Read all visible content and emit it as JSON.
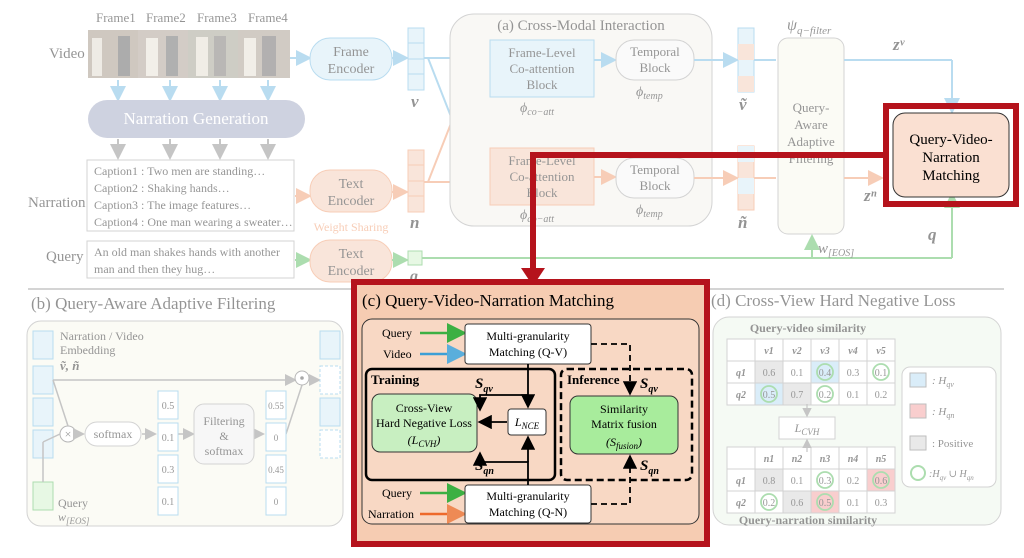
{
  "top": {
    "video_label": "Video",
    "frames": [
      "Frame1",
      "Frame2",
      "Frame3",
      "Frame4"
    ],
    "frame_encoder": "Frame Encoder",
    "v_label": "v",
    "narration_generation": "Narration Generation",
    "narration_label": "Narration",
    "captions": [
      "Caption1 : Two men are standing…",
      "Caption2 : Shaking hands…",
      "Caption3 : The image features…",
      "Caption4 : One man wearing a sweater…"
    ],
    "text_encoder": "Text Encoder",
    "n_label": "n",
    "weight_sharing": "Weight Sharing",
    "query_label": "Query",
    "query_text": "An old man shakes hands with another man and then they hug…",
    "q_small": "q",
    "cross_modal_title": "(a) Cross-Modal Interaction",
    "coatt_block": "Frame-Level Co-attention Block",
    "temporal_block": "Temporal Block",
    "phi_coatt": "ϕco−att",
    "phi_temp": "ϕtemp",
    "v_tilde": "ṽ",
    "n_tilde": "ñ",
    "psi": "ψq−filter",
    "qaaf": "Query- Aware Adaptive Filtering",
    "zv": "zᵛ",
    "zn": "zⁿ",
    "weos": "w[EOS]",
    "q_label": "q",
    "qvn_box": "Query-Video- Narration Matching"
  },
  "panel_b": {
    "title": "(b) Query-Aware Adaptive Filtering",
    "embedding_label": "Narration / Video Embedding",
    "embedding_math": "ṽ, ñ",
    "softmax": "softmax",
    "filtering": "Filtering & softmax",
    "values_mid": [
      "0.5",
      "0.1",
      "0.3",
      "0.1"
    ],
    "values_right": [
      "0.55",
      "0",
      "0.45",
      "0"
    ],
    "query_label": "Query",
    "weos": "w[EOS]"
  },
  "panel_c": {
    "title": "(c) Query-Video-Narration Matching",
    "query": "Query",
    "video": "Video",
    "narration": "Narration",
    "mg_qv": "Multi-granularity Matching (Q-V)",
    "mg_qn": "Multi-granularity Matching (Q-N)",
    "training": "Training",
    "inference": "Inference",
    "cvh_loss": "Cross-View Hard Negative Loss",
    "cvh_math": "(LCVH)",
    "lnce": "LNCE",
    "sim_fusion": "Similarity Matrix fusion",
    "sim_math": "(Sfusion)",
    "s_qv": "Sqv",
    "s_qn": "Sqn"
  },
  "panel_d": {
    "title": "(d) Cross-View Hard Negative Loss",
    "qv_title": "Query-video similarity",
    "qn_title": "Query-narration similarity",
    "v_headers": [
      "v1",
      "v2",
      "v3",
      "v4",
      "v5"
    ],
    "n_headers": [
      "n1",
      "n2",
      "n3",
      "n4",
      "n5"
    ],
    "row_labels": [
      "q1",
      "q2"
    ],
    "qv_values": [
      [
        "0.6",
        "0.1",
        "0.4",
        "0.3",
        "0.1"
      ],
      [
        "0.5",
        "0.7",
        "0.2",
        "0.1",
        "0.2"
      ]
    ],
    "qn_values": [
      [
        "0.8",
        "0.1",
        "0.3",
        "0.2",
        "0.6"
      ],
      [
        "0.2",
        "0.6",
        "0.5",
        "0.1",
        "0.3"
      ]
    ],
    "lcvh": "LCVH",
    "legend": [
      ": Hqv",
      ": Hqn",
      ": Positive",
      ": Hqv ∪ Hqn"
    ]
  },
  "colors": {
    "blue_fill": "#c9e6f5",
    "blue_line": "#5aaedc",
    "orange_fill": "#f3c3a8",
    "orange_line": "#ee8a55",
    "green": "#3cb043",
    "green_fill": "#c8efc1",
    "grey_bg": "#f1efe9",
    "narration_gen": "#8d95b6",
    "panel_c_fill": "#f6ccb2",
    "highlight_red": "#b5131c"
  }
}
